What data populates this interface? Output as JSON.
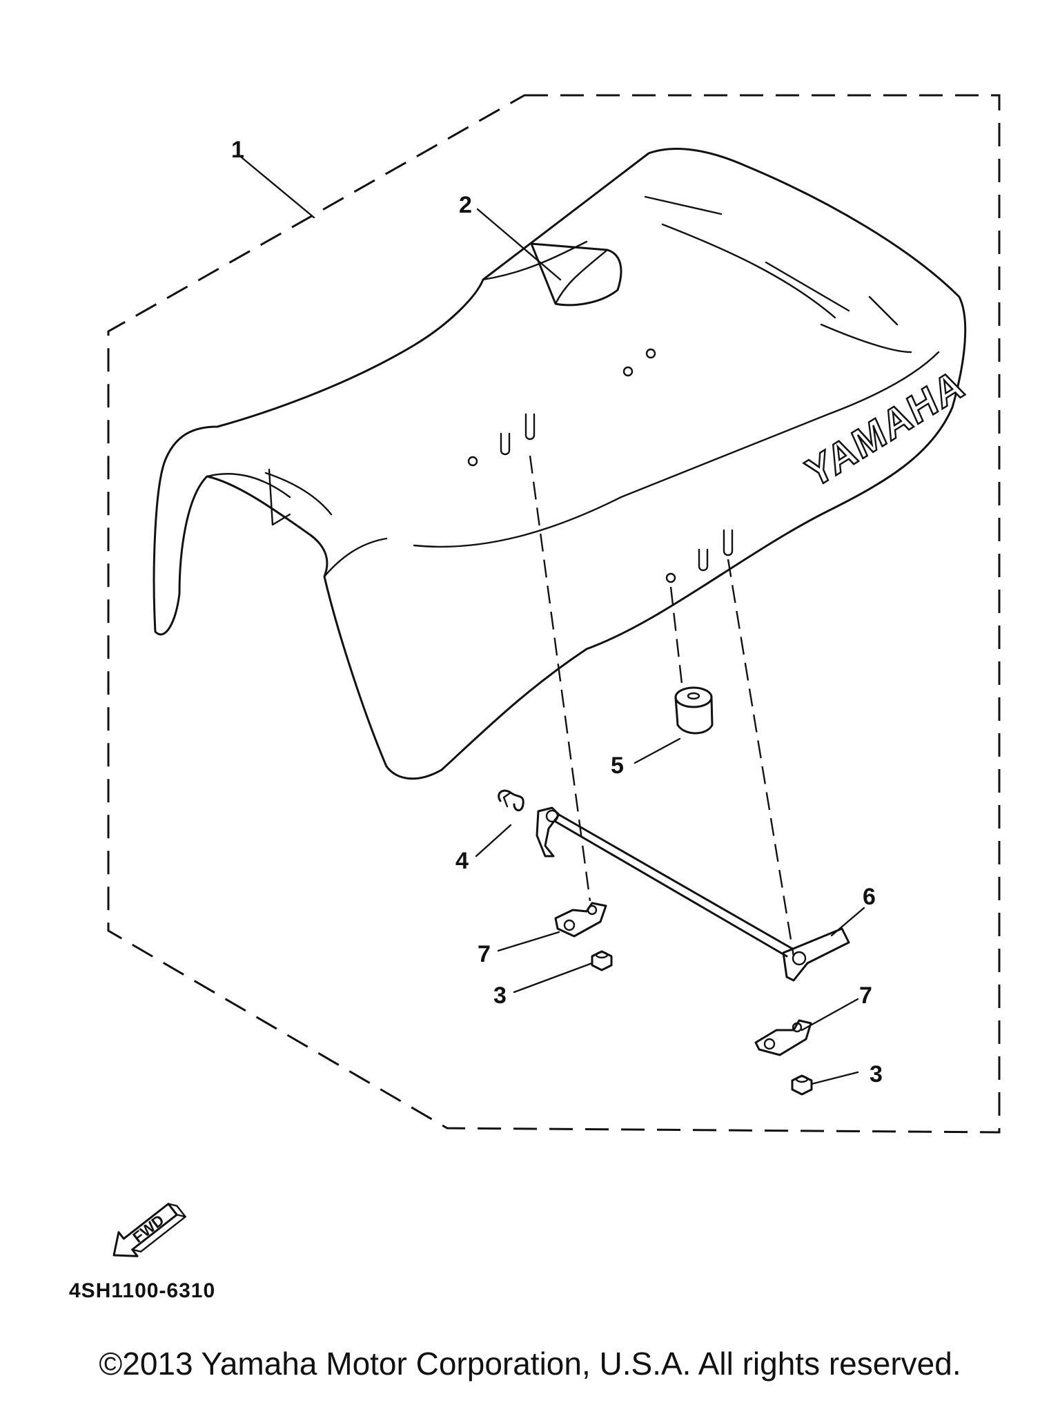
{
  "diagram": {
    "callouts": {
      "c1": "1",
      "c2": "2",
      "c3a": "3",
      "c3b": "3",
      "c4": "4",
      "c5": "5",
      "c6": "6",
      "c7a": "7",
      "c7b": "7"
    },
    "seat_logo": "YAMAHA",
    "fwd_label": "FWD",
    "part_code": "4SH1100-6310"
  },
  "footer": {
    "copyright": "©2013 Yamaha Motor Corporation, U.S.A. All rights reserved."
  }
}
